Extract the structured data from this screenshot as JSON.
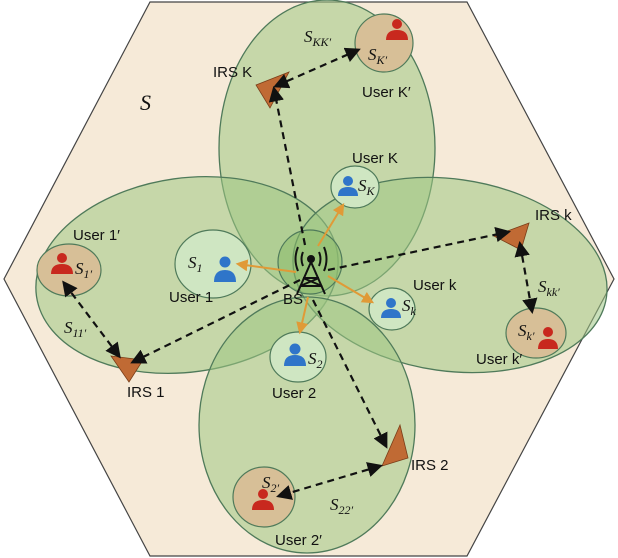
{
  "region_label": "S",
  "base_station": {
    "label": "BS"
  },
  "users": [
    {
      "id": "user-1",
      "label": "User 1",
      "set": "S",
      "set_sub": "1",
      "color": "blue"
    },
    {
      "id": "user-2",
      "label": "User 2",
      "set": "S",
      "set_sub": "2",
      "color": "blue"
    },
    {
      "id": "user-k",
      "label": "User k",
      "set": "S",
      "set_sub": "k",
      "color": "blue"
    },
    {
      "id": "user-K",
      "label": "User K",
      "set": "S",
      "set_sub": "K",
      "color": "blue"
    },
    {
      "id": "user-1p",
      "label": "User 1′",
      "set": "S",
      "set_sub": "1′",
      "color": "red"
    },
    {
      "id": "user-2p",
      "label": "User 2′",
      "set": "S",
      "set_sub": "2′",
      "color": "red"
    },
    {
      "id": "user-kp",
      "label": "User k′",
      "set": "S",
      "set_sub": "k′",
      "color": "red"
    },
    {
      "id": "user-Kp",
      "label": "User K′",
      "set": "S",
      "set_sub": "K′",
      "color": "red"
    }
  ],
  "irs": [
    {
      "id": "irs-1",
      "label": "IRS 1"
    },
    {
      "id": "irs-2",
      "label": "IRS 2"
    },
    {
      "id": "irs-k",
      "label": "IRS k"
    },
    {
      "id": "irs-K",
      "label": "IRS K"
    }
  ],
  "pair_sets": [
    {
      "id": "s11",
      "base": "S",
      "sub": "11′"
    },
    {
      "id": "s22",
      "base": "S",
      "sub": "22′"
    },
    {
      "id": "skk",
      "base": "S",
      "sub": "kk′"
    },
    {
      "id": "sKK",
      "base": "S",
      "sub": "KK′"
    }
  ],
  "colors": {
    "hexagon_fill": "#f6ead8",
    "cluster_fill": "#b9d7a0",
    "user_blue": "#2f75c9",
    "user_red": "#c8281e",
    "irs_fill": "#c06a34",
    "arrow_orange": "#e09a37",
    "dashed_arrow": "#111111"
  }
}
